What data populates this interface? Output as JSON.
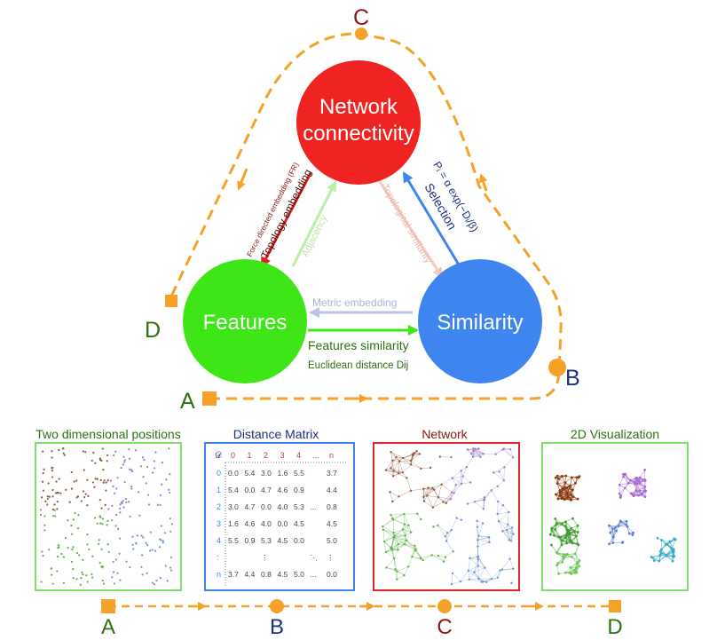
{
  "nodes": {
    "network": {
      "line1": "Network",
      "line2": "connectivity",
      "color": "#f02323"
    },
    "features": {
      "label": "Features",
      "color": "#3ee617"
    },
    "similarity": {
      "label": "Similarity",
      "color": "#3f85f0"
    }
  },
  "edges": {
    "topology_small": "Force directed embedding (FR)",
    "topology": "Topology embedding",
    "adjacency": "Adjacency",
    "topological_similarity": "Topological similarity",
    "formula": "Pᵢ = α exp(−Dᵢ/β)",
    "selection": "Selection",
    "metric": "Metric embedding",
    "features_similarity": "Features similarity",
    "euclid": "Euclidean distance Dij"
  },
  "cycle_markers": {
    "A": "A",
    "B": "B",
    "C": "C",
    "D": "D"
  },
  "panels": {
    "positions_title": "Two dimensional positions",
    "matrix_title": "Distance Matrix",
    "network_title": "Network",
    "viz_title": "2D Visualization"
  },
  "matrix": {
    "corner": "𝒟",
    "headers": [
      "0",
      "1",
      "2",
      "3",
      "4",
      "...",
      "n"
    ],
    "rows": [
      {
        "idx": "0",
        "vals": [
          "0.0",
          "5.4",
          "3.0",
          "1.6",
          "5.5",
          "",
          "3.7"
        ]
      },
      {
        "idx": "1",
        "vals": [
          "5.4",
          "0.0",
          "4.7",
          "4.6",
          "0.9",
          "",
          "4.4"
        ]
      },
      {
        "idx": "2",
        "vals": [
          "3.0",
          "4.7",
          "0.0",
          "4.0",
          "5.3",
          "...",
          "0.8"
        ]
      },
      {
        "idx": "3",
        "vals": [
          "1.6",
          "4.6",
          "4.0",
          "0.0",
          "4.5",
          "",
          "4.5"
        ]
      },
      {
        "idx": "4",
        "vals": [
          "5.5",
          "0.9",
          "5.3",
          "4.5",
          "0.0",
          "",
          "5.0"
        ]
      },
      {
        "idx": ":",
        "vals": [
          "",
          "",
          "⋮",
          "",
          "",
          "⋱",
          "⋮"
        ]
      },
      {
        "idx": "n",
        "vals": [
          "3.7",
          "4.4",
          "0.8",
          "4.5",
          "5.0",
          "...",
          "0.0"
        ]
      }
    ]
  },
  "bottom_labels": {
    "A": "A",
    "B": "B",
    "C": "C",
    "D": "D"
  },
  "colors": {
    "orange": "#f5a12a",
    "green_text": "#2e6f12",
    "blue_text": "#1d2f7a",
    "red_text": "#8a1515",
    "metric_arrow": "#b8c4e8",
    "adjacency_arrow": "#b8f0a8",
    "topo_sim_arrow": "#f5c7bd"
  }
}
